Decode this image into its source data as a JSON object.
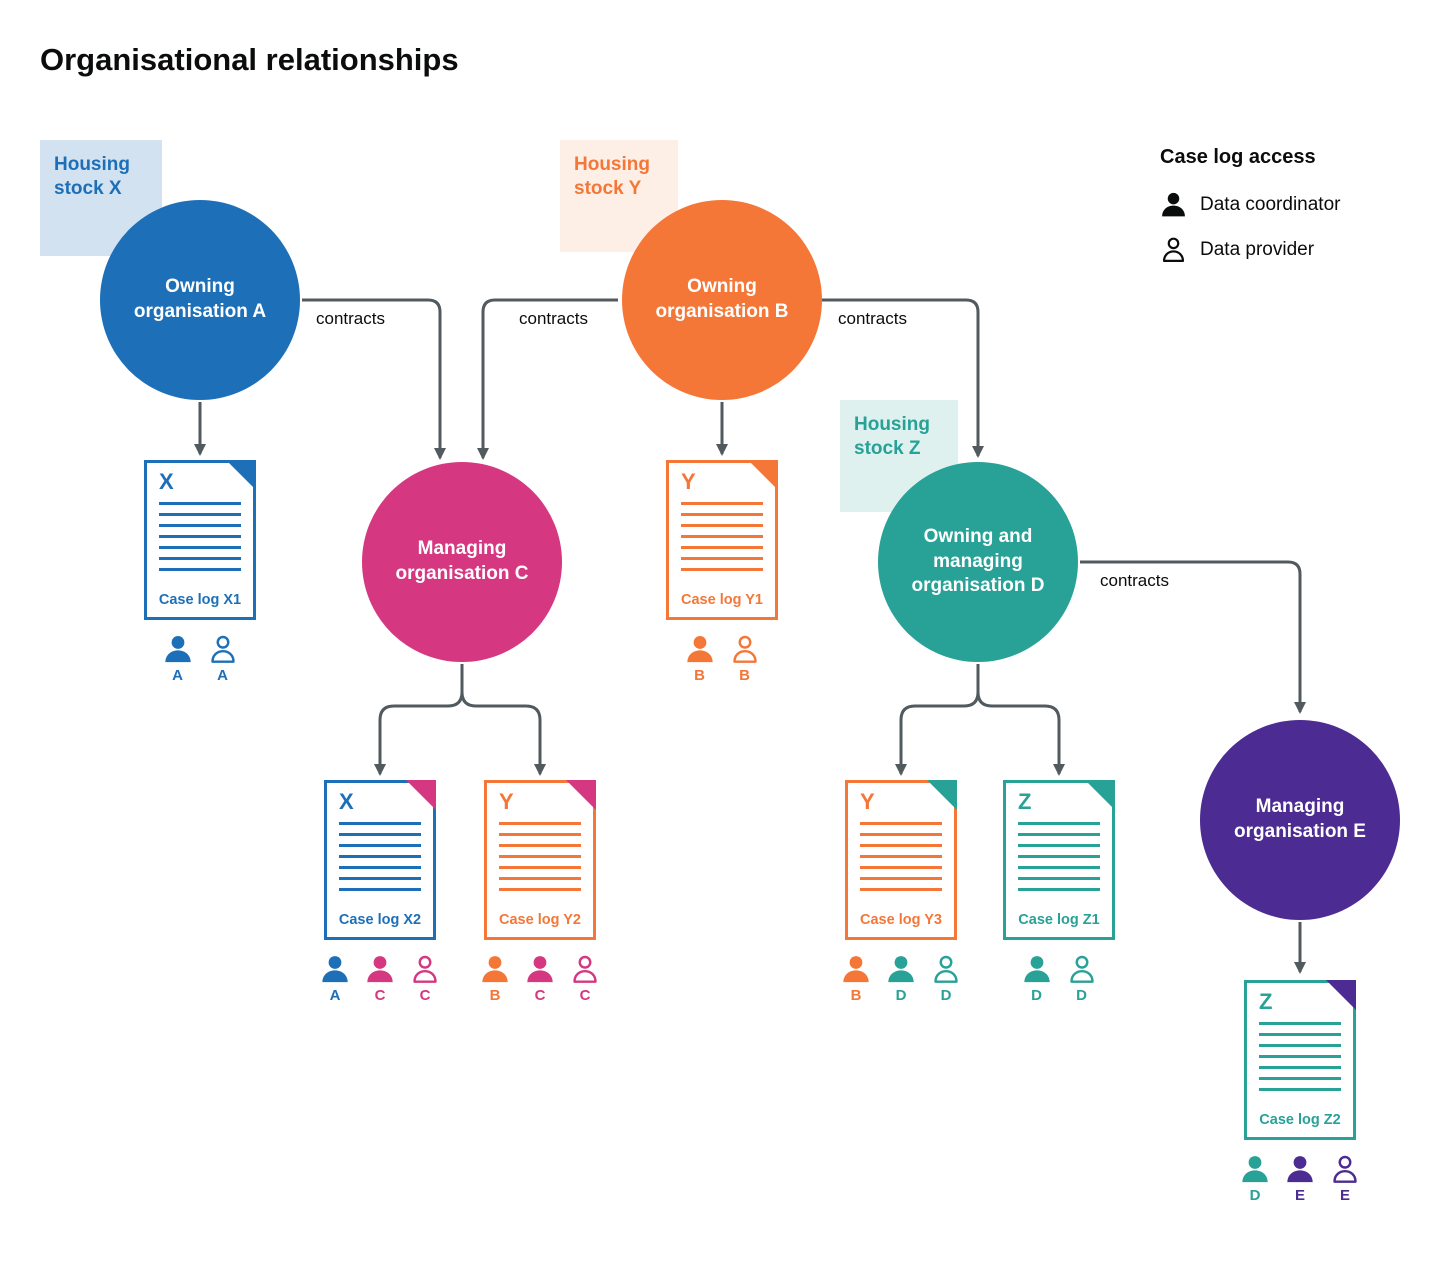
{
  "title": "Organisational relationships",
  "legend": {
    "title": "Case log access",
    "items": [
      {
        "icon": "person-filled-icon",
        "label": "Data coordinator"
      },
      {
        "icon": "person-outline-icon",
        "label": "Data provider"
      }
    ]
  },
  "labels": {
    "contracts": "contracts"
  },
  "stocks": [
    {
      "label": "Housing stock X"
    },
    {
      "label": "Housing stock Y"
    },
    {
      "label": "Housing stock Z"
    }
  ],
  "organisations": [
    {
      "label": "Owning organisation A"
    },
    {
      "label": "Owning organisation B"
    },
    {
      "label": "Managing organisation C"
    },
    {
      "label": "Owning and managing organisation D"
    },
    {
      "label": "Managing organisation E"
    }
  ],
  "case_logs": [
    {
      "letter": "X",
      "label": "Case log X1",
      "access": [
        {
          "role": "coordinator",
          "letter": "A"
        },
        {
          "role": "provider",
          "letter": "A"
        }
      ]
    },
    {
      "letter": "Y",
      "label": "Case log Y1",
      "access": [
        {
          "role": "coordinator",
          "letter": "B"
        },
        {
          "role": "provider",
          "letter": "B"
        }
      ]
    },
    {
      "letter": "X",
      "label": "Case log X2",
      "access": [
        {
          "role": "coordinator",
          "letter": "A"
        },
        {
          "role": "coordinator",
          "letter": "C"
        },
        {
          "role": "provider",
          "letter": "C"
        }
      ]
    },
    {
      "letter": "Y",
      "label": "Case log Y2",
      "access": [
        {
          "role": "coordinator",
          "letter": "B"
        },
        {
          "role": "coordinator",
          "letter": "C"
        },
        {
          "role": "provider",
          "letter": "C"
        }
      ]
    },
    {
      "letter": "Y",
      "label": "Case log Y3",
      "access": [
        {
          "role": "coordinator",
          "letter": "B"
        },
        {
          "role": "coordinator",
          "letter": "D"
        },
        {
          "role": "provider",
          "letter": "D"
        }
      ]
    },
    {
      "letter": "Z",
      "label": "Case log Z1",
      "access": [
        {
          "role": "coordinator",
          "letter": "D"
        },
        {
          "role": "provider",
          "letter": "D"
        }
      ]
    },
    {
      "letter": "Z",
      "label": "Case log Z2",
      "access": [
        {
          "role": "coordinator",
          "letter": "D"
        },
        {
          "role": "coordinator",
          "letter": "E"
        },
        {
          "role": "provider",
          "letter": "E"
        }
      ]
    }
  ],
  "colors": {
    "blue": "#1d70b8",
    "orange": "#f47738",
    "pink": "#d53880",
    "teal": "#28a197",
    "purple": "#4c2c92",
    "arrow": "#505a5f",
    "ink": "#0b0c0c",
    "light_blue": "#d2e2f1",
    "light_orange": "#fdefe6",
    "light_teal": "#def1ef"
  }
}
